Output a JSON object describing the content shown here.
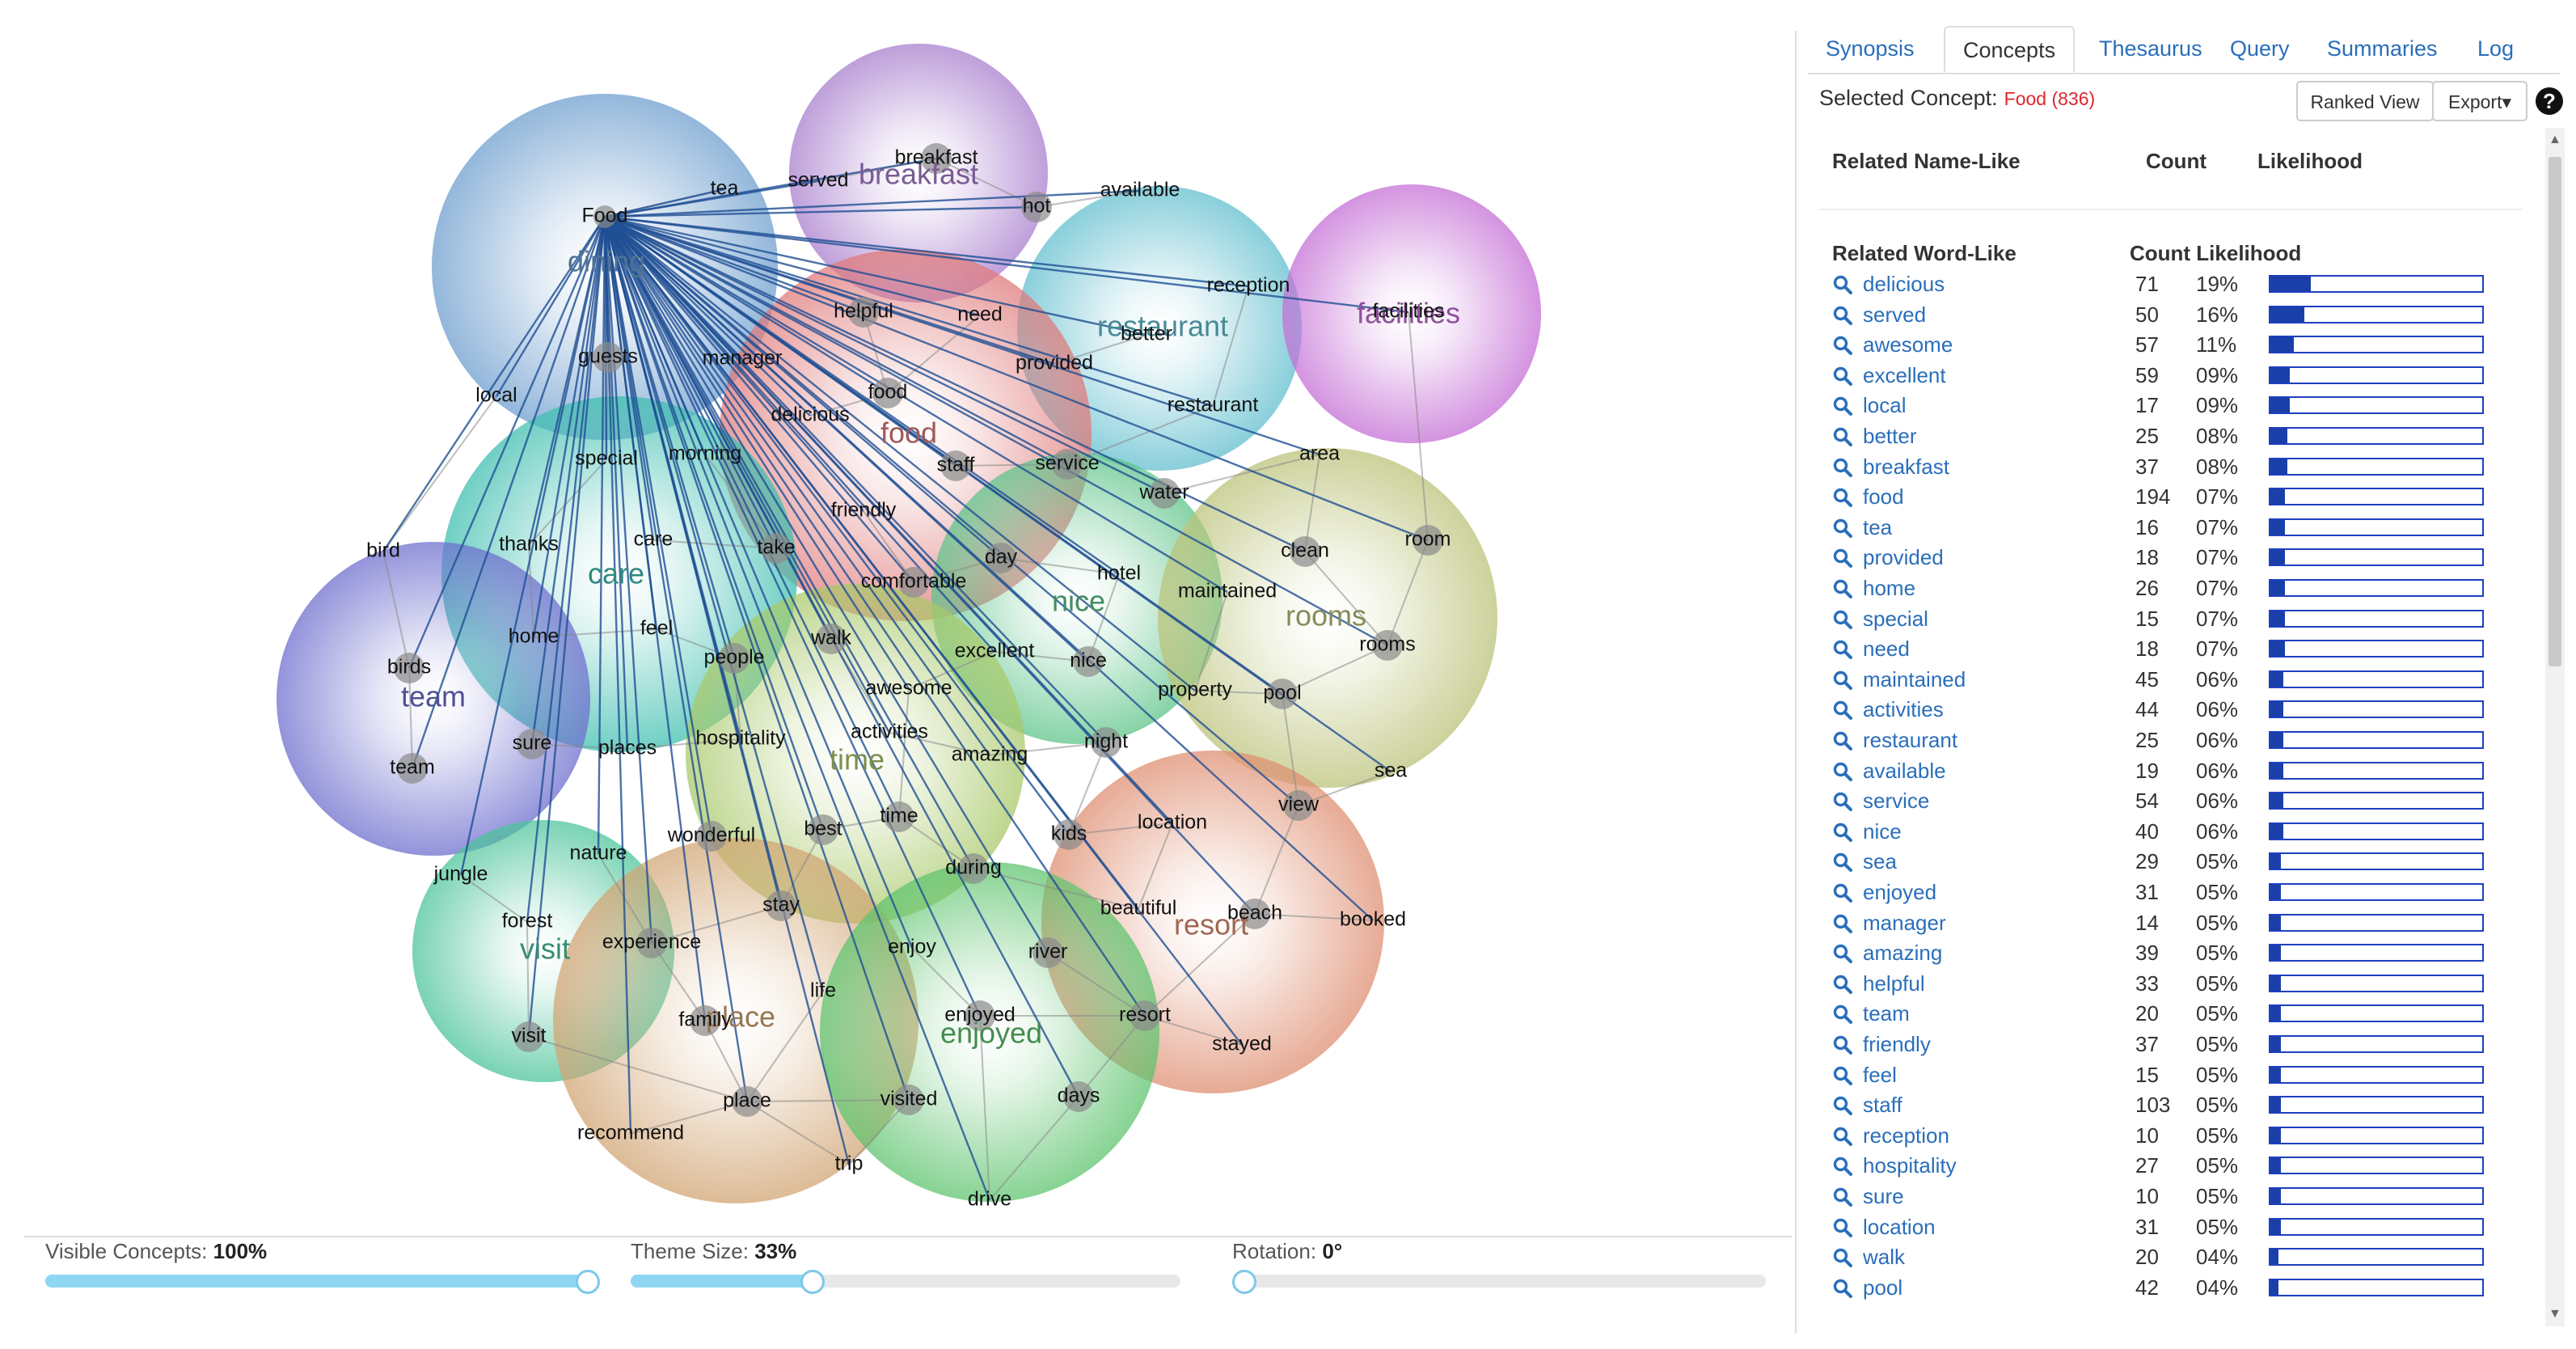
{
  "tabs": [
    "Synopsis",
    "Concepts",
    "Thesaurus",
    "Query",
    "Summaries",
    "Log"
  ],
  "active_tab": "Concepts",
  "selected_concept": {
    "label": "Selected Concept:",
    "value": "Food (836)"
  },
  "buttons": {
    "ranked_view": "Ranked View",
    "export": "Export▾",
    "help": "?"
  },
  "name_like_header": {
    "title": "Related Name-Like",
    "count": "Count",
    "likelihood": "Likelihood"
  },
  "word_like_header": {
    "title": "Related Word-Like",
    "count_likelihood": "Count Likelihood"
  },
  "word_like": [
    {
      "word": "delicious",
      "count": "71",
      "likelihood": "19%",
      "pct": 19
    },
    {
      "word": "served",
      "count": "50",
      "likelihood": "16%",
      "pct": 16
    },
    {
      "word": "awesome",
      "count": "57",
      "likelihood": "11%",
      "pct": 11
    },
    {
      "word": "excellent",
      "count": "59",
      "likelihood": "09%",
      "pct": 9
    },
    {
      "word": "local",
      "count": "17",
      "likelihood": "09%",
      "pct": 9
    },
    {
      "word": "better",
      "count": "25",
      "likelihood": "08%",
      "pct": 8
    },
    {
      "word": "breakfast",
      "count": "37",
      "likelihood": "08%",
      "pct": 8
    },
    {
      "word": "food",
      "count": "194",
      "likelihood": "07%",
      "pct": 7
    },
    {
      "word": "tea",
      "count": "16",
      "likelihood": "07%",
      "pct": 7
    },
    {
      "word": "provided",
      "count": "18",
      "likelihood": "07%",
      "pct": 7
    },
    {
      "word": "home",
      "count": "26",
      "likelihood": "07%",
      "pct": 7
    },
    {
      "word": "special",
      "count": "15",
      "likelihood": "07%",
      "pct": 7
    },
    {
      "word": "need",
      "count": "18",
      "likelihood": "07%",
      "pct": 7
    },
    {
      "word": "maintained",
      "count": "45",
      "likelihood": "06%",
      "pct": 6
    },
    {
      "word": "activities",
      "count": "44",
      "likelihood": "06%",
      "pct": 6
    },
    {
      "word": "restaurant",
      "count": "25",
      "likelihood": "06%",
      "pct": 6
    },
    {
      "word": "available",
      "count": "19",
      "likelihood": "06%",
      "pct": 6
    },
    {
      "word": "service",
      "count": "54",
      "likelihood": "06%",
      "pct": 6
    },
    {
      "word": "nice",
      "count": "40",
      "likelihood": "06%",
      "pct": 6
    },
    {
      "word": "sea",
      "count": "29",
      "likelihood": "05%",
      "pct": 5
    },
    {
      "word": "enjoyed",
      "count": "31",
      "likelihood": "05%",
      "pct": 5
    },
    {
      "word": "manager",
      "count": "14",
      "likelihood": "05%",
      "pct": 5
    },
    {
      "word": "amazing",
      "count": "39",
      "likelihood": "05%",
      "pct": 5
    },
    {
      "word": "helpful",
      "count": "33",
      "likelihood": "05%",
      "pct": 5
    },
    {
      "word": "team",
      "count": "20",
      "likelihood": "05%",
      "pct": 5
    },
    {
      "word": "friendly",
      "count": "37",
      "likelihood": "05%",
      "pct": 5
    },
    {
      "word": "feel",
      "count": "15",
      "likelihood": "05%",
      "pct": 5
    },
    {
      "word": "staff",
      "count": "103",
      "likelihood": "05%",
      "pct": 5
    },
    {
      "word": "reception",
      "count": "10",
      "likelihood": "05%",
      "pct": 5
    },
    {
      "word": "hospitality",
      "count": "27",
      "likelihood": "05%",
      "pct": 5
    },
    {
      "word": "sure",
      "count": "10",
      "likelihood": "05%",
      "pct": 5
    },
    {
      "word": "location",
      "count": "31",
      "likelihood": "05%",
      "pct": 5
    },
    {
      "word": "walk",
      "count": "20",
      "likelihood": "04%",
      "pct": 4
    },
    {
      "word": "pool",
      "count": "42",
      "likelihood": "04%",
      "pct": 4
    }
  ],
  "sliders": {
    "visible_concepts": {
      "label": "Visible Concepts:",
      "value": "100%",
      "level": 1.0
    },
    "theme_size": {
      "label": "Theme Size:",
      "value": "33%",
      "level": 0.33
    },
    "rotation": {
      "label": "Rotation:",
      "value": "0°",
      "level": 0.0
    }
  },
  "concept_map": {
    "selected_node": "Food",
    "themes": [
      {
        "name": "dining",
        "color": "#6f9fcf"
      },
      {
        "name": "breakfast",
        "color": "#a97fce"
      },
      {
        "name": "restaurant",
        "color": "#62bfcf"
      },
      {
        "name": "facilities",
        "color": "#c56fd6"
      },
      {
        "name": "food",
        "color": "#e07a7a"
      },
      {
        "name": "care",
        "color": "#3fbfb0"
      },
      {
        "name": "nice",
        "color": "#5ec48a"
      },
      {
        "name": "rooms",
        "color": "#bcc37a"
      },
      {
        "name": "team",
        "color": "#6f6fcf"
      },
      {
        "name": "time",
        "color": "#a9c96a"
      },
      {
        "name": "resort",
        "color": "#df8f72"
      },
      {
        "name": "visit",
        "color": "#4cc49a"
      },
      {
        "name": "place",
        "color": "#d2a574"
      },
      {
        "name": "enjoyed",
        "color": "#5fc46f"
      }
    ],
    "concepts": [
      "Food",
      "tea",
      "served",
      "breakfast",
      "hot",
      "available",
      "reception",
      "better",
      "facilities",
      "helpful",
      "need",
      "provided",
      "restaurant",
      "guests",
      "manager",
      "food",
      "delicious",
      "local",
      "special",
      "morning",
      "staff",
      "service",
      "area",
      "water",
      "friendly",
      "room",
      "clean",
      "bird",
      "thanks",
      "care",
      "take",
      "day",
      "hotel",
      "maintained",
      "comfortable",
      "home",
      "feel",
      "walk",
      "excellent",
      "birds",
      "people",
      "awesome",
      "nice",
      "property",
      "pool",
      "rooms",
      "sure",
      "places",
      "hospitality",
      "activities",
      "amazing",
      "night",
      "team",
      "sea",
      "best",
      "time",
      "kids",
      "location",
      "view",
      "nature",
      "wonderful",
      "during",
      "jungle",
      "stay",
      "beautiful",
      "beach",
      "booked",
      "forest",
      "experience",
      "enjoy",
      "river",
      "life",
      "enjoyed",
      "resort",
      "family",
      "stayed",
      "visit",
      "place",
      "visited",
      "days",
      "recommend",
      "trip",
      "drive"
    ]
  }
}
